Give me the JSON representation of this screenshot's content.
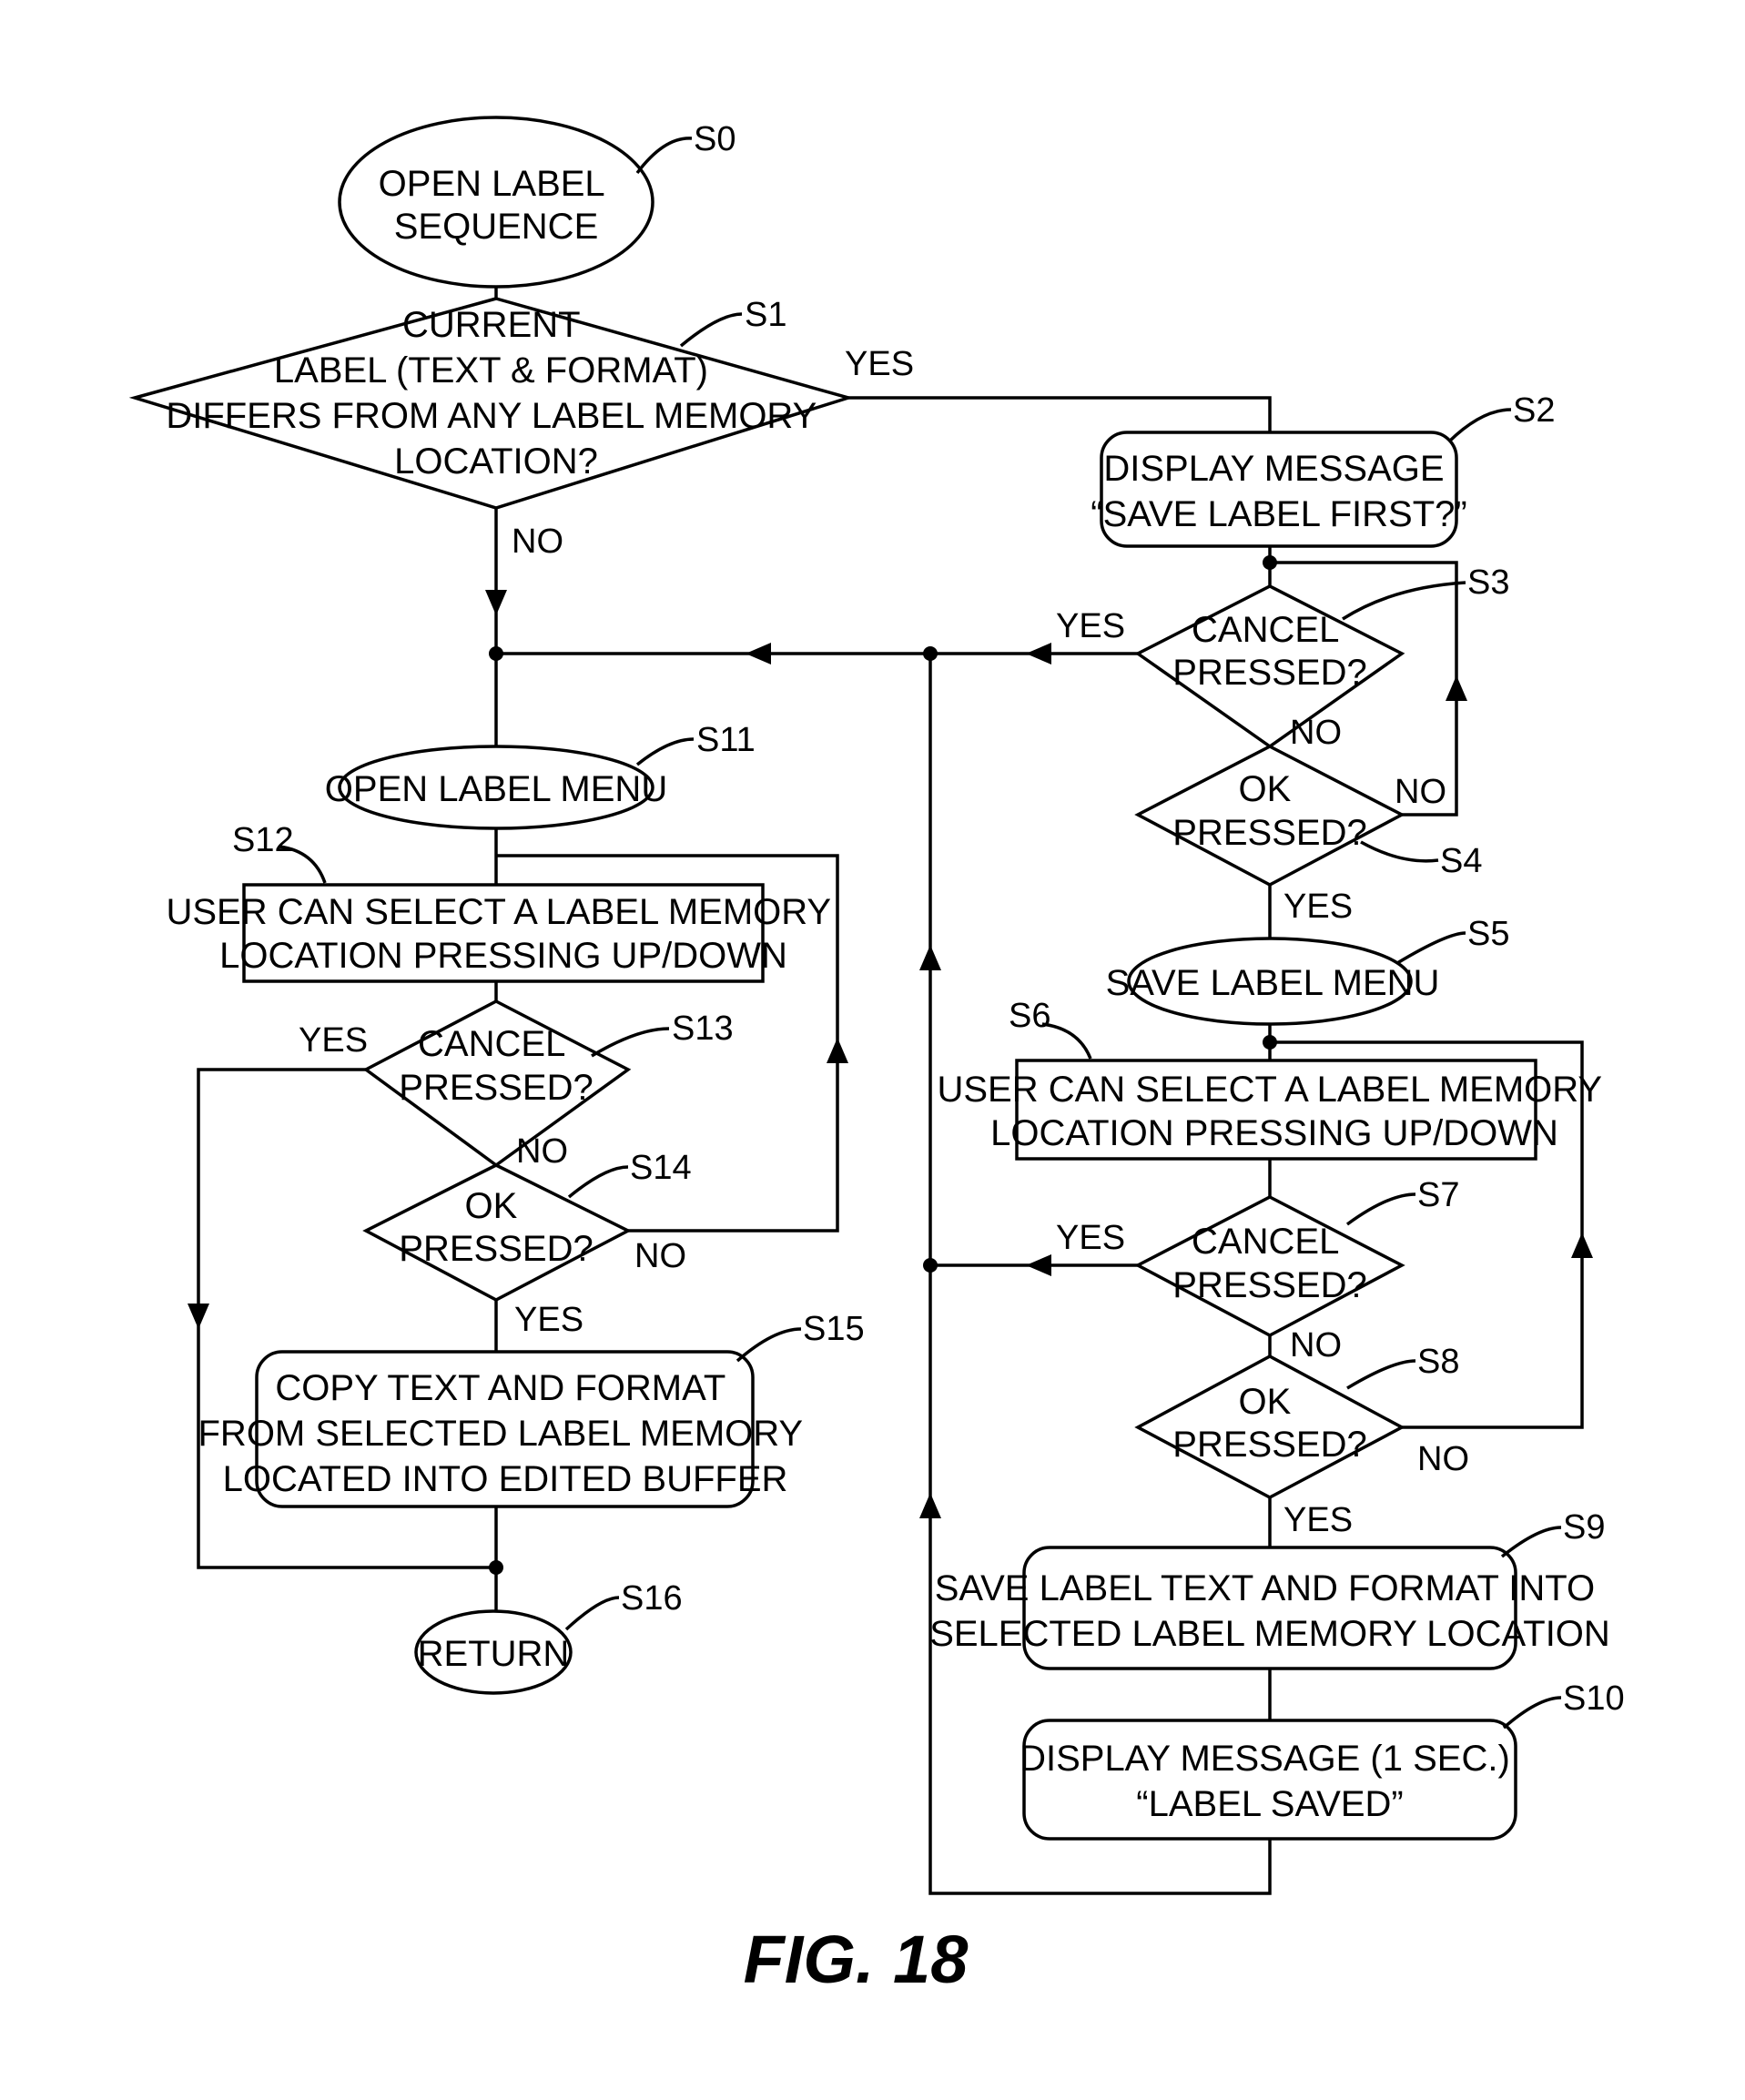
{
  "figure_label": "FIG. 18",
  "nodes": {
    "s0": {
      "id": "S0",
      "lines": [
        "OPEN LABEL",
        "SEQUENCE"
      ]
    },
    "s1": {
      "id": "S1",
      "lines": [
        "CURRENT",
        "LABEL (TEXT & FORMAT)",
        "DIFFERS FROM ANY LABEL MEMORY",
        "LOCATION?"
      ]
    },
    "s2": {
      "id": "S2",
      "lines": [
        "DISPLAY MESSAGE",
        "“SAVE LABEL FIRST?”"
      ]
    },
    "s3": {
      "id": "S3",
      "lines": [
        "CANCEL",
        "PRESSED?"
      ]
    },
    "s4": {
      "id": "S4",
      "lines": [
        "OK",
        "PRESSED?"
      ]
    },
    "s5": {
      "id": "S5",
      "lines": [
        "SAVE LABEL MENU"
      ]
    },
    "s6": {
      "id": "S6",
      "lines": [
        "USER CAN SELECT A LABEL MEMORY",
        "LOCATION PRESSING UP/DOWN"
      ]
    },
    "s7": {
      "id": "S7",
      "lines": [
        "CANCEL",
        "PRESSED?"
      ]
    },
    "s8": {
      "id": "S8",
      "lines": [
        "OK",
        "PRESSED?"
      ]
    },
    "s9": {
      "id": "S9",
      "lines": [
        "SAVE LABEL TEXT AND FORMAT INTO",
        "SELECTED LABEL MEMORY LOCATION"
      ]
    },
    "s10": {
      "id": "S10",
      "lines": [
        "DISPLAY MESSAGE (1 SEC.)",
        "“LABEL SAVED”"
      ]
    },
    "s11": {
      "id": "S11",
      "lines": [
        "OPEN LABEL MENU"
      ]
    },
    "s12": {
      "id": "S12",
      "lines": [
        "USER CAN SELECT A LABEL MEMORY",
        "LOCATION PRESSING UP/DOWN"
      ]
    },
    "s13": {
      "id": "S13",
      "lines": [
        "CANCEL",
        "PRESSED?"
      ]
    },
    "s14": {
      "id": "S14",
      "lines": [
        "OK",
        "PRESSED?"
      ]
    },
    "s15": {
      "id": "S15",
      "lines": [
        "COPY TEXT AND FORMAT",
        "FROM SELECTED LABEL MEMORY",
        "LOCATED INTO EDITED BUFFER"
      ]
    },
    "s16": {
      "id": "S16",
      "lines": [
        "RETURN"
      ]
    }
  },
  "path_labels": {
    "s1_yes": "YES",
    "s1_no": "NO",
    "s3_yes": "YES",
    "s3_no": "NO",
    "s4_no": "NO",
    "s4_yes": "YES",
    "s7_yes": "YES",
    "s7_no": "NO",
    "s8_no": "NO",
    "s8_yes": "YES",
    "s13_yes": "YES",
    "s13_no": "NO",
    "s14_no": "NO",
    "s14_yes": "YES"
  }
}
